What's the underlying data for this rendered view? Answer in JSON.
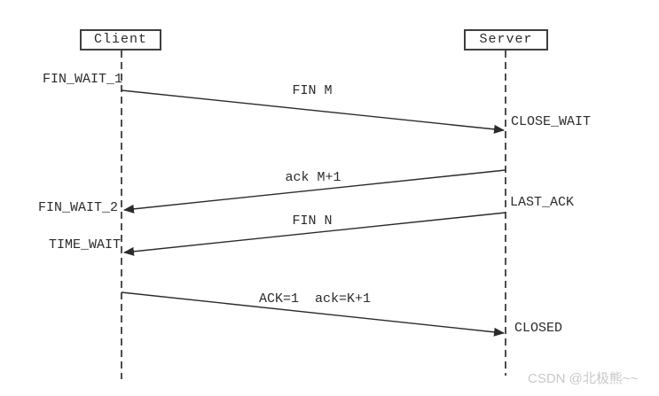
{
  "diagram": {
    "title_implicit": "TCP connection termination sequence",
    "actors": [
      {
        "id": "client",
        "name": "Client"
      },
      {
        "id": "server",
        "name": "Server"
      }
    ],
    "client_states": [
      {
        "label": "FIN_WAIT_1"
      },
      {
        "label": "FIN_WAIT_2"
      },
      {
        "label": "TIME_WAIT"
      }
    ],
    "server_states": [
      {
        "label": "CLOSE_WAIT"
      },
      {
        "label": "LAST_ACK"
      },
      {
        "label": "CLOSED"
      }
    ],
    "messages": [
      {
        "label": "FIN M",
        "from": "Client",
        "to": "Server"
      },
      {
        "label": "ack M+1",
        "from": "Server",
        "to": "Client"
      },
      {
        "label": "FIN N",
        "from": "Server",
        "to": "Client"
      },
      {
        "label": "ACK=1  ack=K+1",
        "from": "Client",
        "to": "Server"
      }
    ],
    "colors": {
      "line": "#2b2b2b",
      "box_border": "#3f3f3f",
      "background": "#ffffff",
      "watermark": "#c8c8c8"
    }
  },
  "watermark": {
    "text": "CSDN @北极熊~~"
  }
}
